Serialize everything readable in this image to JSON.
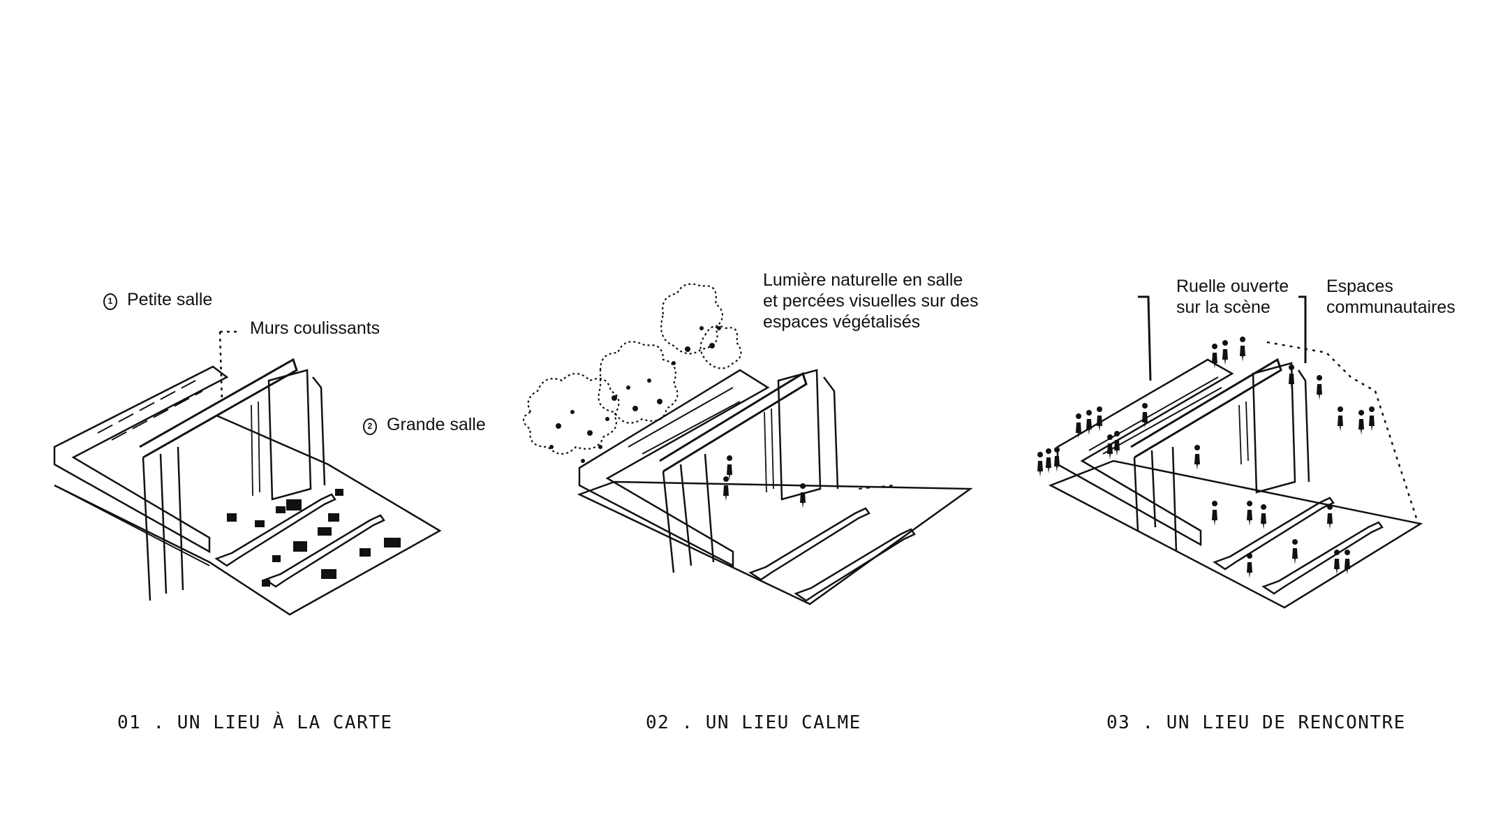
{
  "panels": [
    {
      "caption": "01 . UN LIEU À LA CARTE",
      "annotations": {
        "small_room_number": "1",
        "small_room": "Petite salle",
        "sliding_walls": "Murs coulissants",
        "large_room_number": "2",
        "large_room": "Grande salle"
      }
    },
    {
      "caption": "02 . UN LIEU CALME",
      "annotations": {
        "line1": "Lumière naturelle en salle",
        "line2": "et percées visuelles sur des",
        "line3": "espaces végétalisés"
      }
    },
    {
      "caption": "03 . UN LIEU DE RENCONTRE",
      "annotations": {
        "alley_line1": "Ruelle ouverte",
        "alley_line2": "sur la scène",
        "community_line1": "Espaces",
        "community_line2": "communautaires"
      }
    }
  ],
  "colors": {
    "ink": "#111111",
    "background": "#ffffff"
  }
}
